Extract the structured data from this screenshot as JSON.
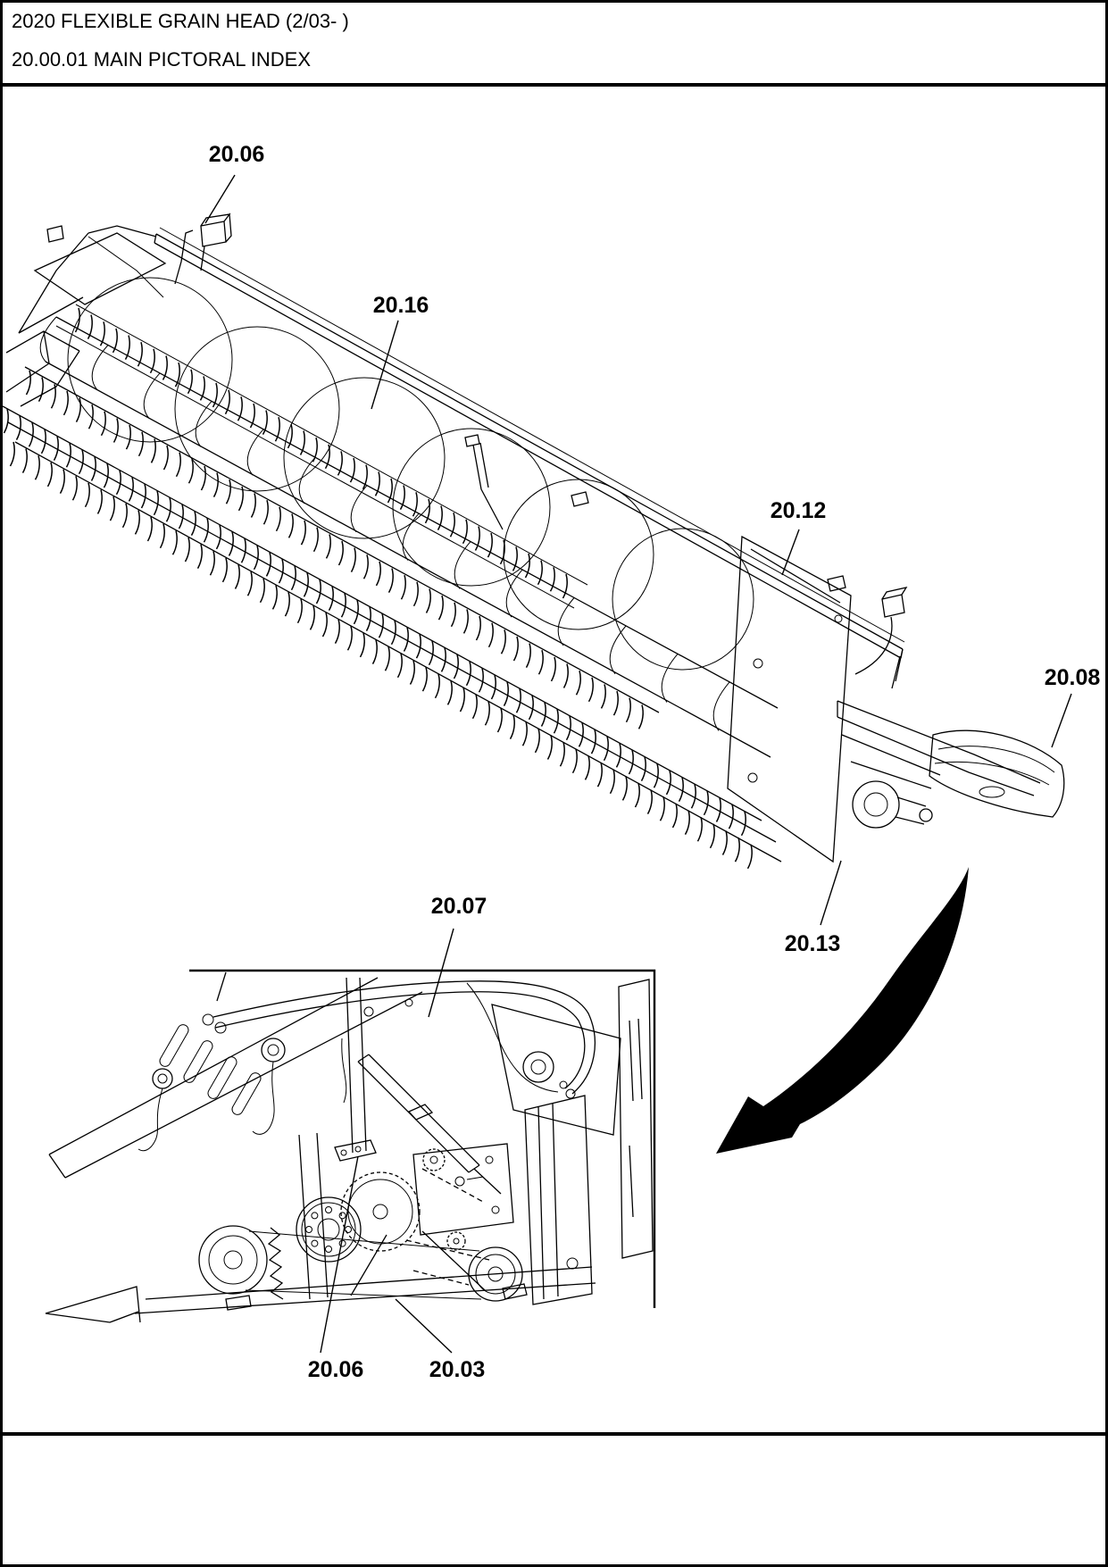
{
  "header": {
    "line1": "2020 FLEXIBLE GRAIN HEAD (2/03- )",
    "line2": "20.00.01 MAIN PICTORAL INDEX"
  },
  "callouts": [
    {
      "id": "top-sensor",
      "label": "20.06"
    },
    {
      "id": "reel",
      "label": "20.16"
    },
    {
      "id": "rear-frame",
      "label": "20.12"
    },
    {
      "id": "end-shield",
      "label": "20.08"
    },
    {
      "id": "cutterbar",
      "label": "20.13"
    },
    {
      "id": "hydraulics",
      "label": "20.07"
    },
    {
      "id": "bottom-sensor",
      "label": "20.06"
    },
    {
      "id": "drive",
      "label": "20.03"
    }
  ],
  "colors": {
    "line": "#000000",
    "background": "#ffffff",
    "label_text": "#000000"
  }
}
